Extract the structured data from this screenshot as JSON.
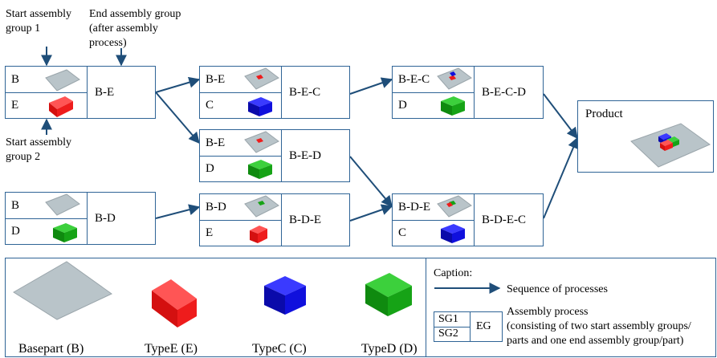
{
  "notes": {
    "start_group_1": [
      "Start assembly",
      "group 1"
    ],
    "end_group": [
      "End assembly group",
      "(after assembly",
      "process)"
    ],
    "start_group_2": [
      "Start assembly",
      "group 2"
    ]
  },
  "processes": {
    "p1": {
      "sg1": "B",
      "sg2": "E",
      "eg": "B-E"
    },
    "p2": {
      "sg1": "B",
      "sg2": "D",
      "eg": "B-D"
    },
    "p3": {
      "sg1": "B-E",
      "sg2": "C",
      "eg": "B-E-C"
    },
    "p4": {
      "sg1": "B-E",
      "sg2": "D",
      "eg": "B-E-D"
    },
    "p5": {
      "sg1": "B-D",
      "sg2": "E",
      "eg": "B-D-E"
    },
    "p6": {
      "sg1": "B-E-C",
      "sg2": "D",
      "eg": "B-E-C-D"
    },
    "p7": {
      "sg1": "B-D-E",
      "sg2": "C",
      "eg": "B-D-E-C"
    }
  },
  "product": {
    "label": "Product"
  },
  "legend": {
    "parts": [
      {
        "label": "Basepart (B)",
        "icon": "basepart-icon",
        "color": "#b8c3c8"
      },
      {
        "label": "TypeE (E)",
        "icon": "red-brick-icon",
        "color": "#ee1c1c"
      },
      {
        "label": "TypeC (C)",
        "icon": "blue-brick-icon",
        "color": "#1010dd"
      },
      {
        "label": "TypeD (D)",
        "icon": "green-brick-icon",
        "color": "#16a316"
      }
    ],
    "caption_title": "Caption:",
    "arrow_label": "Sequence of processes",
    "example": {
      "sg1": "SG1",
      "sg2": "SG2",
      "eg": "EG"
    },
    "process_desc": [
      "Assembly process",
      "(consisting of two start assembly groups/",
      "parts and one end assembly group/part)"
    ]
  },
  "colors": {
    "frame": "#2f6496",
    "arrow": "#1f4e79"
  }
}
